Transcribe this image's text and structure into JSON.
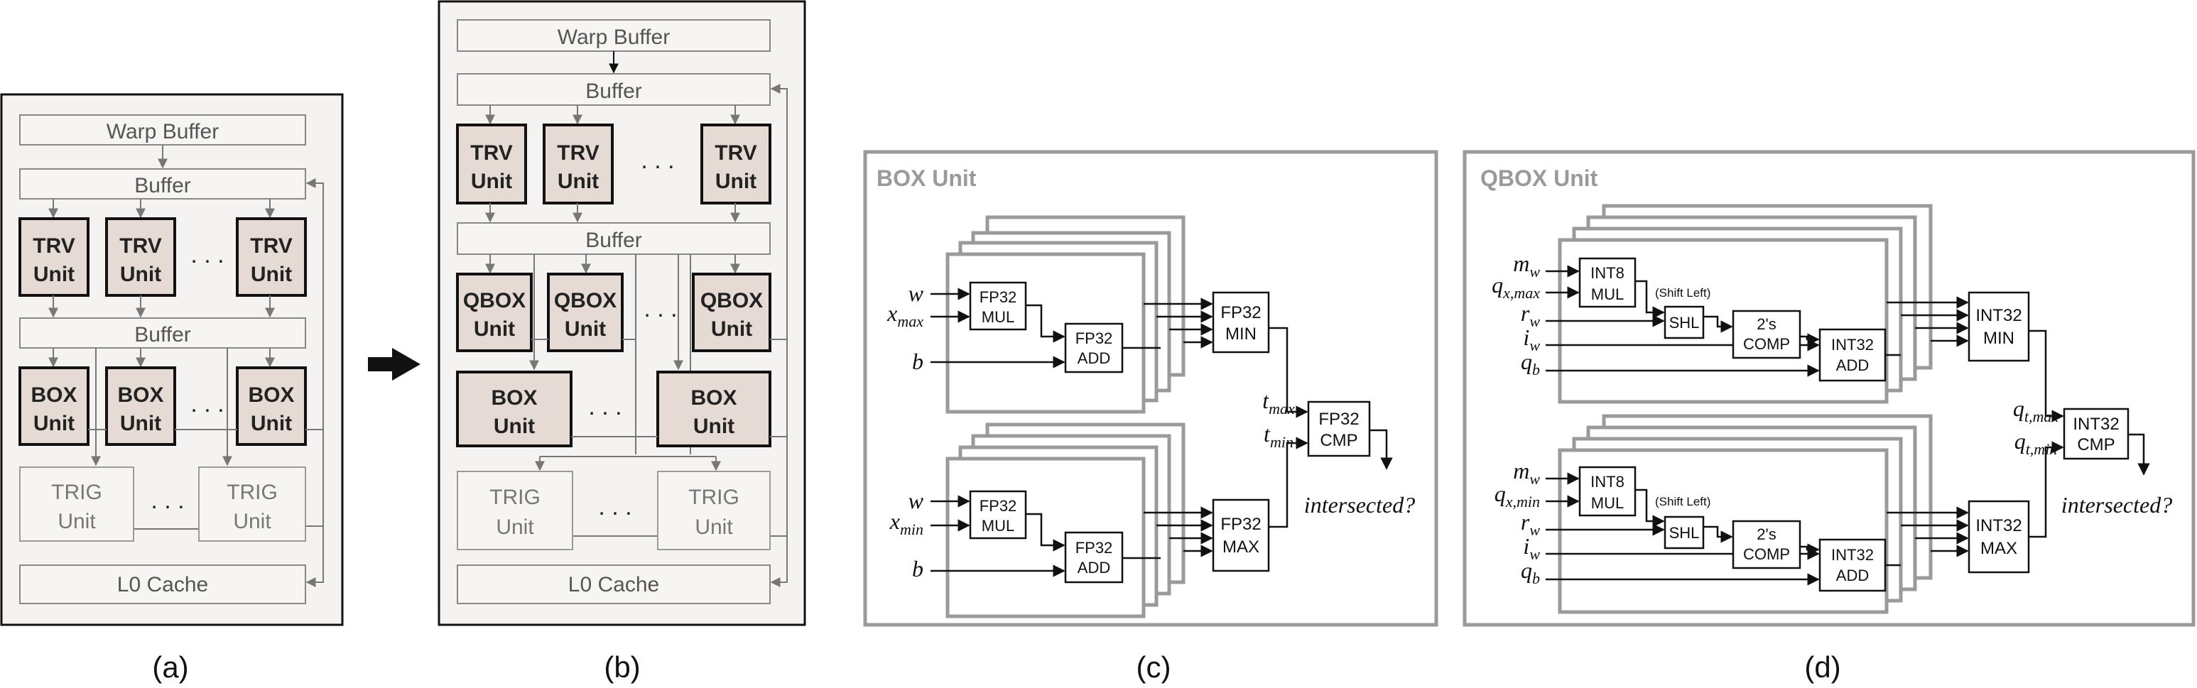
{
  "a": {
    "warp_buffer": "Warp Buffer",
    "buffer1": "Buffer",
    "buffer2": "Buffer",
    "trv_l1": "TRV",
    "trv_l2": "Unit",
    "box_l1": "BOX",
    "box_l2": "Unit",
    "trig_l1": "TRIG",
    "trig_l2": "Unit",
    "dots": ". . .",
    "l0": "L0 Cache",
    "caption": "(a)"
  },
  "b": {
    "warp_buffer": "Warp Buffer",
    "buffer1": "Buffer",
    "buffer2": "Buffer",
    "trv_l1": "TRV",
    "trv_l2": "Unit",
    "qbox_l1": "QBOX",
    "qbox_l2": "Unit",
    "box_l1": "BOX",
    "box_l2": "Unit",
    "trig_l1": "TRIG",
    "trig_l2": "Unit",
    "dots": ". . .",
    "l0": "L0 Cache",
    "caption": "(b)"
  },
  "c": {
    "title": "BOX Unit",
    "w": "w",
    "xmax_base": "x",
    "xmax_sub": "max",
    "xmin_base": "x",
    "xmin_sub": "min",
    "b": "b",
    "mul_l1": "FP32",
    "mul_l2": "MUL",
    "add_l1": "FP32",
    "add_l2": "ADD",
    "min_l1": "FP32",
    "min_l2": "MIN",
    "max_l1": "FP32",
    "max_l2": "MAX",
    "cmp_l1": "FP32",
    "cmp_l2": "CMP",
    "tmax_base": "t",
    "tmax_sub": "max",
    "tmin_base": "t",
    "tmin_sub": "min",
    "result": "intersected?",
    "caption": "(c)"
  },
  "d": {
    "title": "QBOX Unit",
    "m_base": "m",
    "m_sub": "w",
    "qxmax_base": "q",
    "qxmax_sub": "x,max",
    "qxmin_base": "q",
    "qxmin_sub": "x,min",
    "r_base": "r",
    "r_sub": "w",
    "i_base": "i",
    "i_sub": "w",
    "qb_base": "q",
    "qb_sub": "b",
    "mul_l1": "INT8",
    "mul_l2": "MUL",
    "shift_note": "(Shift Left)",
    "shl": "SHL",
    "comp_l1": "2's",
    "comp_l2": "COMP",
    "add_l1": "INT32",
    "add_l2": "ADD",
    "min_l1": "INT32",
    "min_l2": "MIN",
    "max_l1": "INT32",
    "max_l2": "MAX",
    "cmp_l1": "INT32",
    "cmp_l2": "CMP",
    "qtmax_base": "q",
    "qtmax_sub": "t,max",
    "qtmin_base": "q",
    "qtmin_sub": "t,min",
    "result": "intersected?",
    "caption": "(d)"
  },
  "colors": {
    "panel_bg": "#f5f3f1",
    "unit_fill": "#e6dbd4",
    "light_gray": "#9a9a9a",
    "dark": "#1a1a1a"
  }
}
